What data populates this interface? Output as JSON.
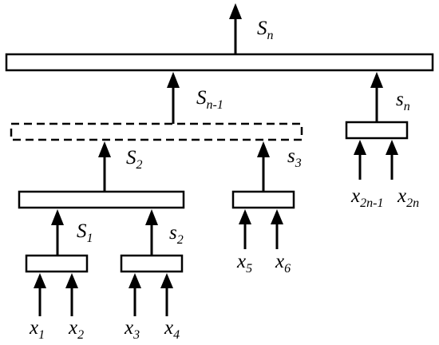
{
  "labels": {
    "S_n_top": {
      "base": "S",
      "sub": "n"
    },
    "S_n_minus": {
      "base": "S",
      "sub": "n-1"
    },
    "s_n": {
      "base": "s",
      "sub": "n"
    },
    "S_2": {
      "base": "S",
      "sub": "2"
    },
    "s_3": {
      "base": "s",
      "sub": "3"
    },
    "S_1": {
      "base": "S",
      "sub": "1"
    },
    "s_2": {
      "base": "s",
      "sub": "2"
    },
    "x_1": {
      "base": "x",
      "sub": "1"
    },
    "x_2": {
      "base": "x",
      "sub": "2"
    },
    "x_3": {
      "base": "x",
      "sub": "3"
    },
    "x_4": {
      "base": "x",
      "sub": "4"
    },
    "x_5": {
      "base": "x",
      "sub": "5"
    },
    "x_6": {
      "base": "x",
      "sub": "6"
    },
    "x_2n_1": {
      "base": "x",
      "sub": "2n-1"
    },
    "x_2n": {
      "base": "x",
      "sub": "2n"
    }
  }
}
